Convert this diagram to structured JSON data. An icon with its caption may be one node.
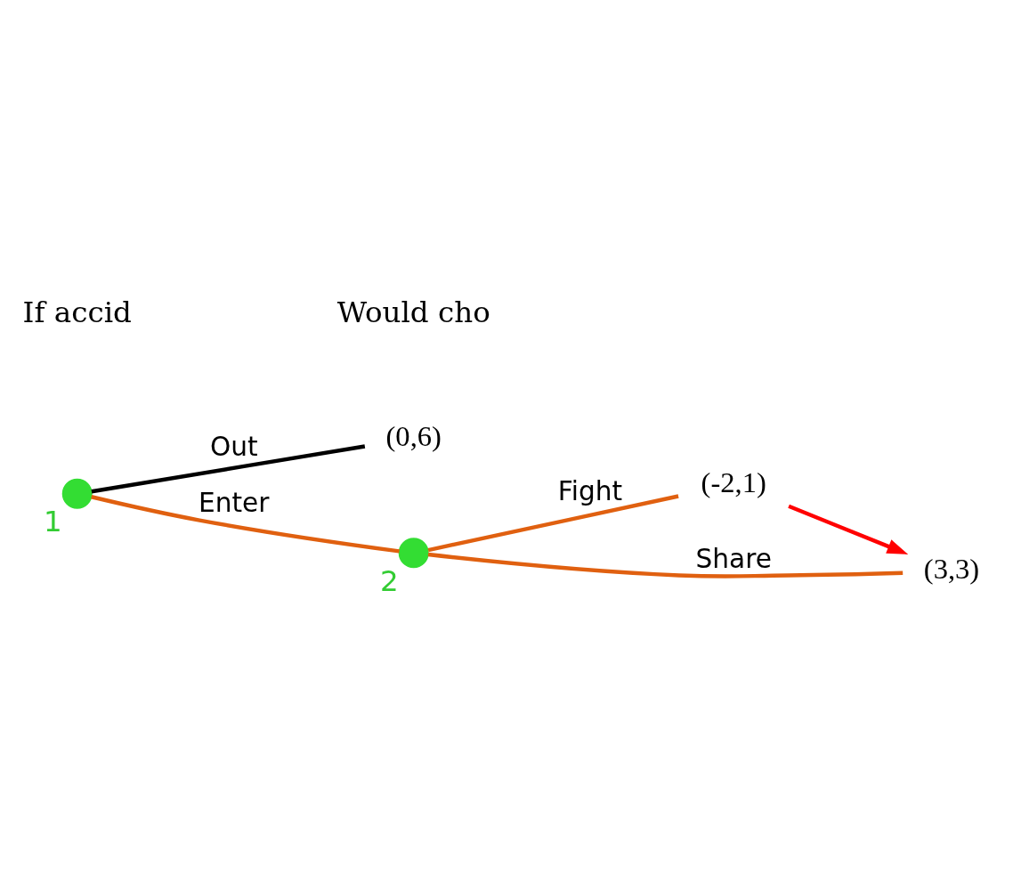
{
  "diagram": {
    "nodes": [
      {
        "text": [],
        "shape": "circle",
        "beside": [
          "1"
        ]
      },
      {
        "text": [
          "(0,6)"
        ]
      },
      {
        "text": [],
        "shape": "circle",
        "beside": [
          "2"
        ]
      },
      {
        "text": [
          "(-2,1)"
        ]
      },
      {
        "text": [
          "(3,3)"
        ]
      }
    ],
    "edges": [
      {
        "from": 0,
        "to": 1,
        "arrow": "none",
        "label": "Out",
        "color": "#000000"
      },
      {
        "from": 0,
        "to": 2,
        "arrow": "none",
        "label": "Enter"
      },
      {
        "from": 2,
        "to": 3,
        "arrow": "none",
        "label": "Fight"
      },
      {
        "from": 2,
        "to": 4,
        "arrow": "none",
        "label": "Share"
      },
      {
        "from": 3,
        "to": 4,
        "arrow": "to",
        "color": "#ff0000"
      }
    ],
    "labels": [
      "If accid",
      "Would cho"
    ]
  }
}
